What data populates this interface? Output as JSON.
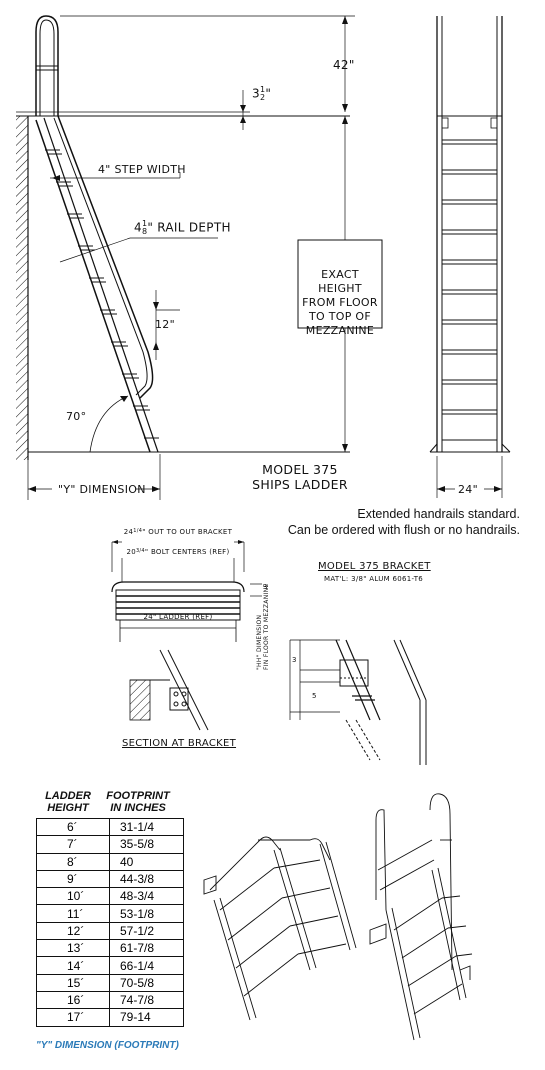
{
  "side_view": {
    "step_width_label": "4\" STEP WIDTH",
    "rail_depth_label": "RAIL DEPTH",
    "rail_depth_whole": "4",
    "rail_depth_frac_num": "1",
    "rail_depth_frac_den": "8",
    "spacing_label": "12\"",
    "angle_label": "70°",
    "y_dimension_label": "\"Y\" DIMENSION",
    "top_extension_label": "42\"",
    "offset_whole": "3",
    "offset_frac_num": "1",
    "offset_frac_den": "2",
    "exact_height_lines": [
      "EXACT HEIGHT",
      "FROM FLOOR",
      "TO TOP OF",
      "MEZZANINE"
    ]
  },
  "model_label": [
    "MODEL 375",
    "SHIPS LADDER"
  ],
  "front_view": {
    "width_label": "24\""
  },
  "notes": [
    "Extended handrails standard.",
    "Can be ordered with flush or no handrails."
  ],
  "bracket_top": {
    "out_to_out": "OUT TO OUT BRACKET",
    "out_to_out_whole": "24",
    "bolt_centers": "BOLT CENTERS (REF)",
    "bolt_centers_whole": "20",
    "ladder_ref": "24\" LADDER (REF)",
    "side_dim": "3"
  },
  "bracket_title": "MODEL 375 BRACKET",
  "bracket_material": "MAT'L: 3/8\" ALUM 6061-T6",
  "section_label": "SECTION AT BRACKET",
  "bracket_side": {
    "hh_label": [
      "\"HH\" DIMENSION",
      "FIN FLOOR TO MEZZANINE"
    ],
    "dim_a": "3",
    "dim_b": "5"
  },
  "table": {
    "header_height": [
      "LADDER",
      "HEIGHT"
    ],
    "header_footprint": [
      "FOOTPRINT",
      "IN INCHES"
    ],
    "rows": [
      {
        "height": "6´",
        "footprint": "31-1/4"
      },
      {
        "height": "7´",
        "footprint": "35-5/8"
      },
      {
        "height": "8´",
        "footprint": "40"
      },
      {
        "height": "9´",
        "footprint": "44-3/8"
      },
      {
        "height": "10´",
        "footprint": "48-3/4"
      },
      {
        "height": "11´",
        "footprint": "53-1/8"
      },
      {
        "height": "12´",
        "footprint": "57-1/2"
      },
      {
        "height": "13´",
        "footprint": "61-7/8"
      },
      {
        "height": "14´",
        "footprint": "66-1/4"
      },
      {
        "height": "15´",
        "footprint": "70-5/8"
      },
      {
        "height": "16´",
        "footprint": "74-7/8"
      },
      {
        "height": "17´",
        "footprint": "79-14"
      }
    ],
    "caption": "\"Y\" DIMENSION (FOOTPRINT)"
  }
}
